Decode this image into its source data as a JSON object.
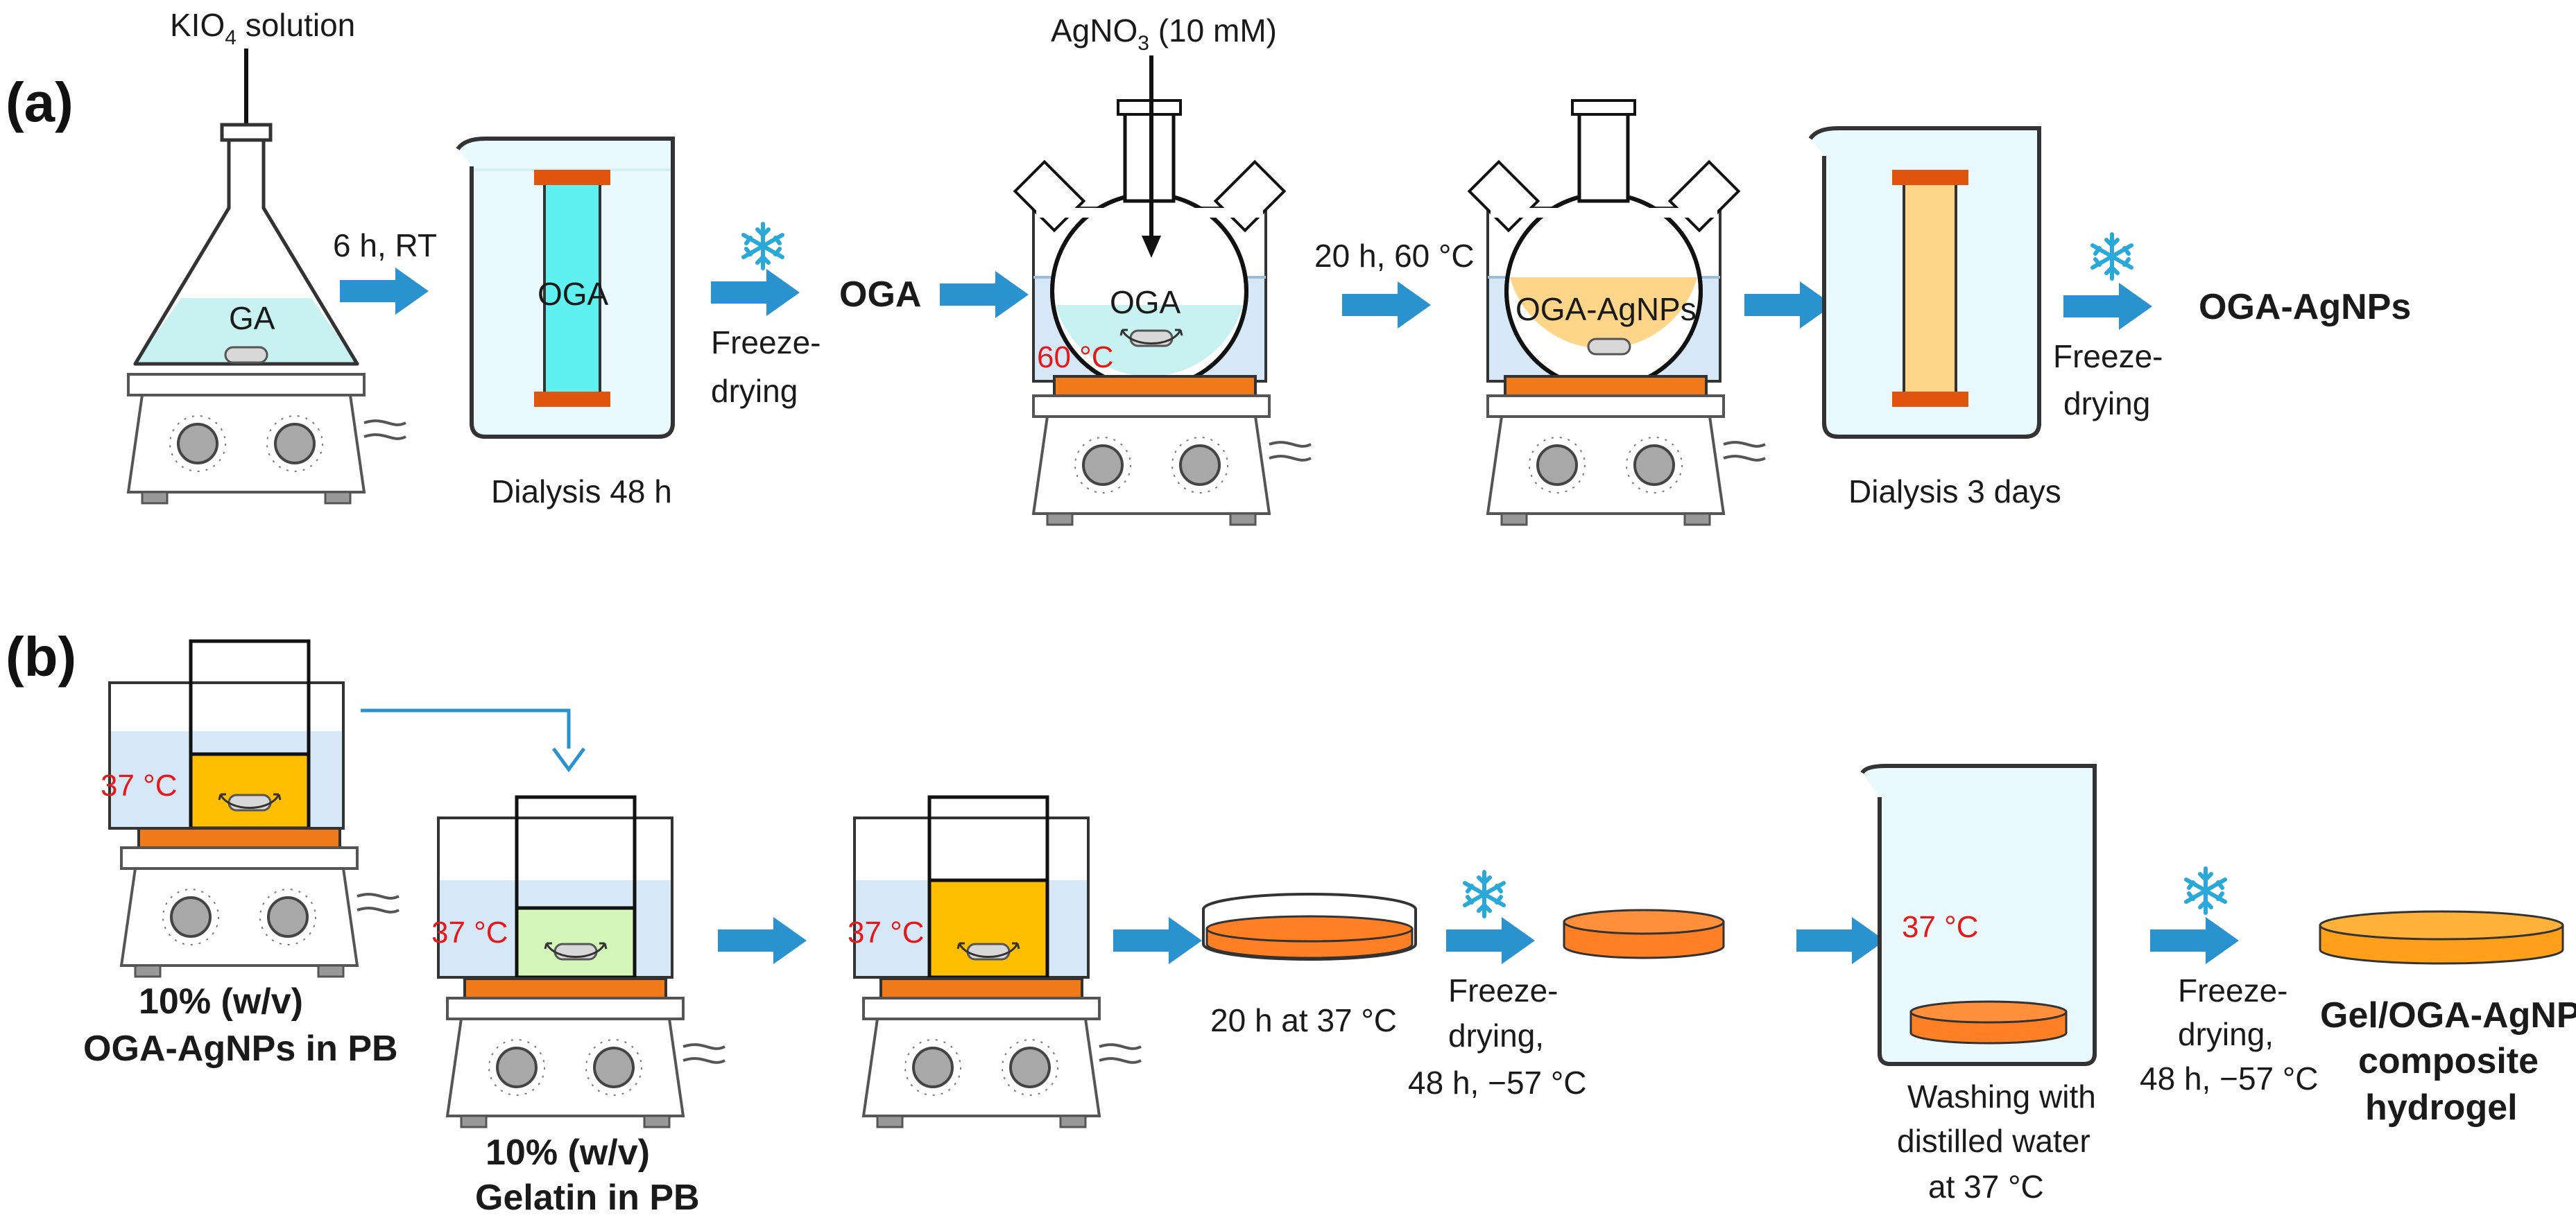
{
  "colors": {
    "water": "#d6e8f8",
    "water_stroke": "#9cbcd8",
    "ga": "#c8f2f2",
    "tube_cyan": "#5ff0f0",
    "tube_peach": "#ffd58a",
    "clip": "#e2550f",
    "plate": "#f07a1a",
    "gel_orange": "#ff7f24",
    "gel_orange_light": "#ffb13a",
    "yellow": "#ffbf00",
    "green": "#d2f7b8",
    "arrow": "#2a93cf",
    "snow": "#2aa9d8",
    "temp_red": "#e41a1a"
  },
  "panel_a": {
    "label": "(a)",
    "reagent_1": "KIO",
    "reagent_1_sub": "4",
    "reagent_1_tail": " solution",
    "reagent_2": "AgNO",
    "reagent_2_sub": "3",
    "reagent_2_tail": " (10 mM)",
    "flask_label": "GA",
    "step_1": "6 h, RT",
    "tube_1_label": "OGA",
    "dialysis_1": "Dialysis 48 h",
    "freeze_1_line1": "Freeze-",
    "freeze_1_line2": "drying",
    "product_1": "OGA",
    "rbf_1_label": "OGA",
    "temp_1": "60 °C",
    "step_2": "20 h, 60 °C",
    "rbf_2_label": "OGA-AgNPs",
    "dialysis_2": "Dialysis 3 days",
    "freeze_2_line1": "Freeze-",
    "freeze_2_line2": "drying",
    "product_2": "OGA-AgNPs"
  },
  "panel_b": {
    "label": "(b)",
    "temp_1": "37 °C",
    "caption_1_line1": "10% (w/v)",
    "caption_1_line2": "OGA-AgNPs in PB",
    "temp_2": "37 °C",
    "caption_2_line1": "10% (w/v)",
    "caption_2_line2": "Gelatin in PB",
    "temp_3": "37 °C",
    "dish_caption": "20 h at 37 °C",
    "freeze_1_line1": "Freeze-",
    "freeze_1_line2": "drying,",
    "freeze_1_line3": "48 h, −57 °C",
    "temp_4": "37 °C",
    "wash_line1": "Washing with",
    "wash_line2": "distilled water",
    "wash_line3": "at 37 °C",
    "freeze_2_line1": "Freeze-",
    "freeze_2_line2": "drying,",
    "freeze_2_line3": "48 h, −57 °C",
    "product_line1": "Gel/OGA-AgNPs",
    "product_line2": "composite",
    "product_line3": "hydrogel"
  }
}
